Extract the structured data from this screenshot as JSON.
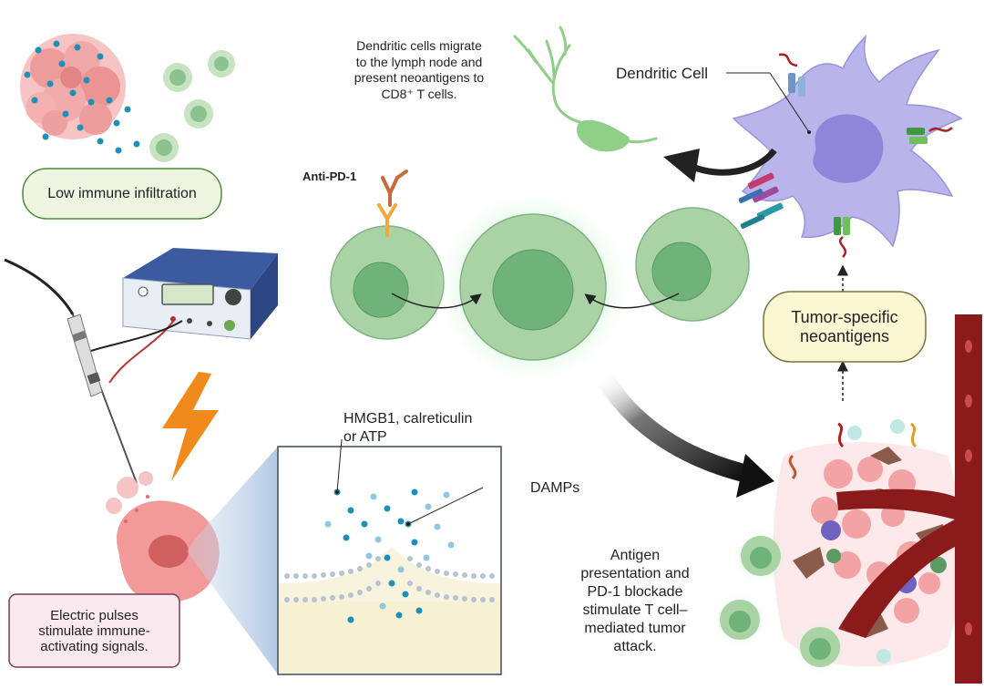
{
  "labels": {
    "low_immune": "Low immune infiltration",
    "dc_migrate": [
      "Dendritic cells migrate",
      "to the lymph node and",
      "present neoantigens to",
      "CD8⁺ T cells."
    ],
    "dendritic_cell": "Dendritic Cell",
    "anti_pd1": "Anti-PD-1",
    "tumor_neo": [
      "Tumor-specific",
      "neoantigens"
    ],
    "hmgb1": [
      "HMGB1, calreticulin",
      "or ATP"
    ],
    "damps": "DAMPs",
    "antigen_pres": [
      "Antigen",
      "presentation and",
      "PD-1 blockade",
      "stimulate T cell–",
      "mediated tumor",
      "attack."
    ],
    "electric": [
      "Electric pulses",
      "stimulate immune-",
      "activating signals."
    ]
  },
  "colors": {
    "tcell_outer": "#a9d3a4",
    "tcell_inner": "#6fb37a",
    "dendritic": "#b9b4ea",
    "tumor_pink": "#f3a3a3",
    "vessel": "#8b1a1a",
    "bolt": "#f08a1c",
    "low_immune_fill": "#eef6e2",
    "neo_fill": "#faf7d2",
    "electric_fill": "#fbe9f0",
    "damp_blue": "#1d8fb8"
  },
  "icons": [
    "lightning-icon",
    "electroporator-device-icon",
    "antibody-icon",
    "neuron-icon",
    "blood-vessel-icon"
  ]
}
